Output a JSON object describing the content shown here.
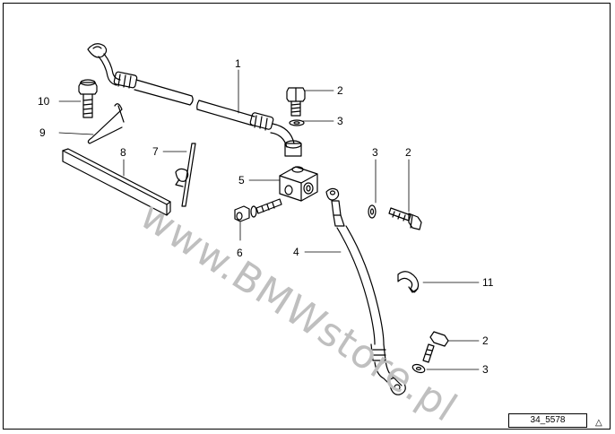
{
  "diagram": {
    "reference": "34_5578",
    "watermark": "www.BMWstore.pl",
    "callouts": {
      "c1": "1",
      "c2a": "2",
      "c3a": "3",
      "c3b": "3",
      "c2b": "2",
      "c10": "10",
      "c9": "9",
      "c8": "8",
      "c7": "7",
      "c5": "5",
      "c6": "6",
      "c4": "4",
      "c11": "11",
      "c2c": "2",
      "c3c": "3"
    },
    "parts": {
      "p1": "brake-line",
      "p2": "banjo-bolt",
      "p3": "sealing-washer",
      "p4": "brake-hose",
      "p5": "distributor",
      "p6": "hex-bolt",
      "p7": "cable-tie",
      "p8": "protective-strip",
      "p9": "spring-clip",
      "p10": "hex-bolt",
      "p11": "hose-clip"
    }
  }
}
